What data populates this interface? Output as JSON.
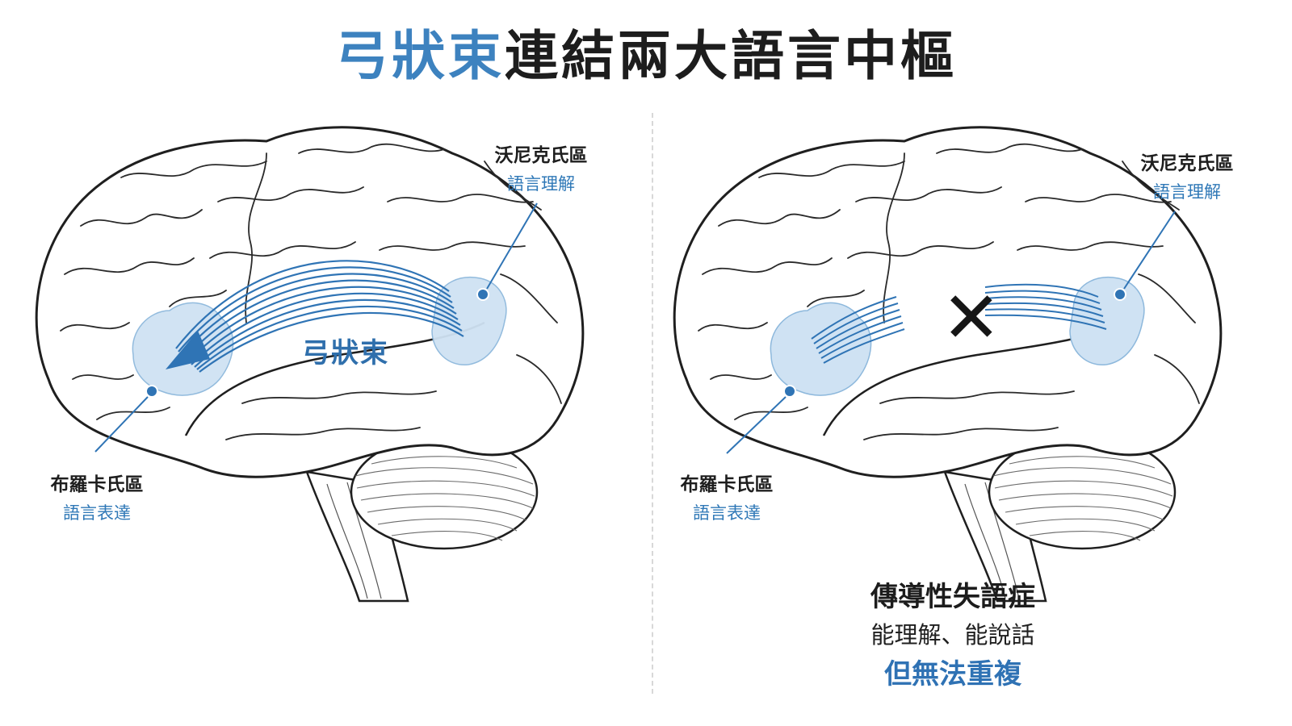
{
  "title": {
    "accent": "弓狀束",
    "rest": "連結兩大語言中樞"
  },
  "left_panel": {
    "wernicke": {
      "name": "沃尼克氏區",
      "function": "語言理解"
    },
    "broca": {
      "name": "布羅卡氏區",
      "function": "語言表達"
    },
    "arcuate_label": "弓狀束"
  },
  "right_panel": {
    "wernicke": {
      "name": "沃尼克氏區",
      "function": "語言理解"
    },
    "broca": {
      "name": "布羅卡氏區",
      "function": "語言表達"
    },
    "break_mark": "✕",
    "caption": {
      "title": "傳導性失語症",
      "line": "能理解、能說話",
      "emphasis": "但無法重複"
    }
  },
  "colors": {
    "accent": "#3d82bf",
    "fiber": "#2f74b5",
    "region_fill": "#cfe2f3",
    "ink": "#1d1d1d"
  }
}
